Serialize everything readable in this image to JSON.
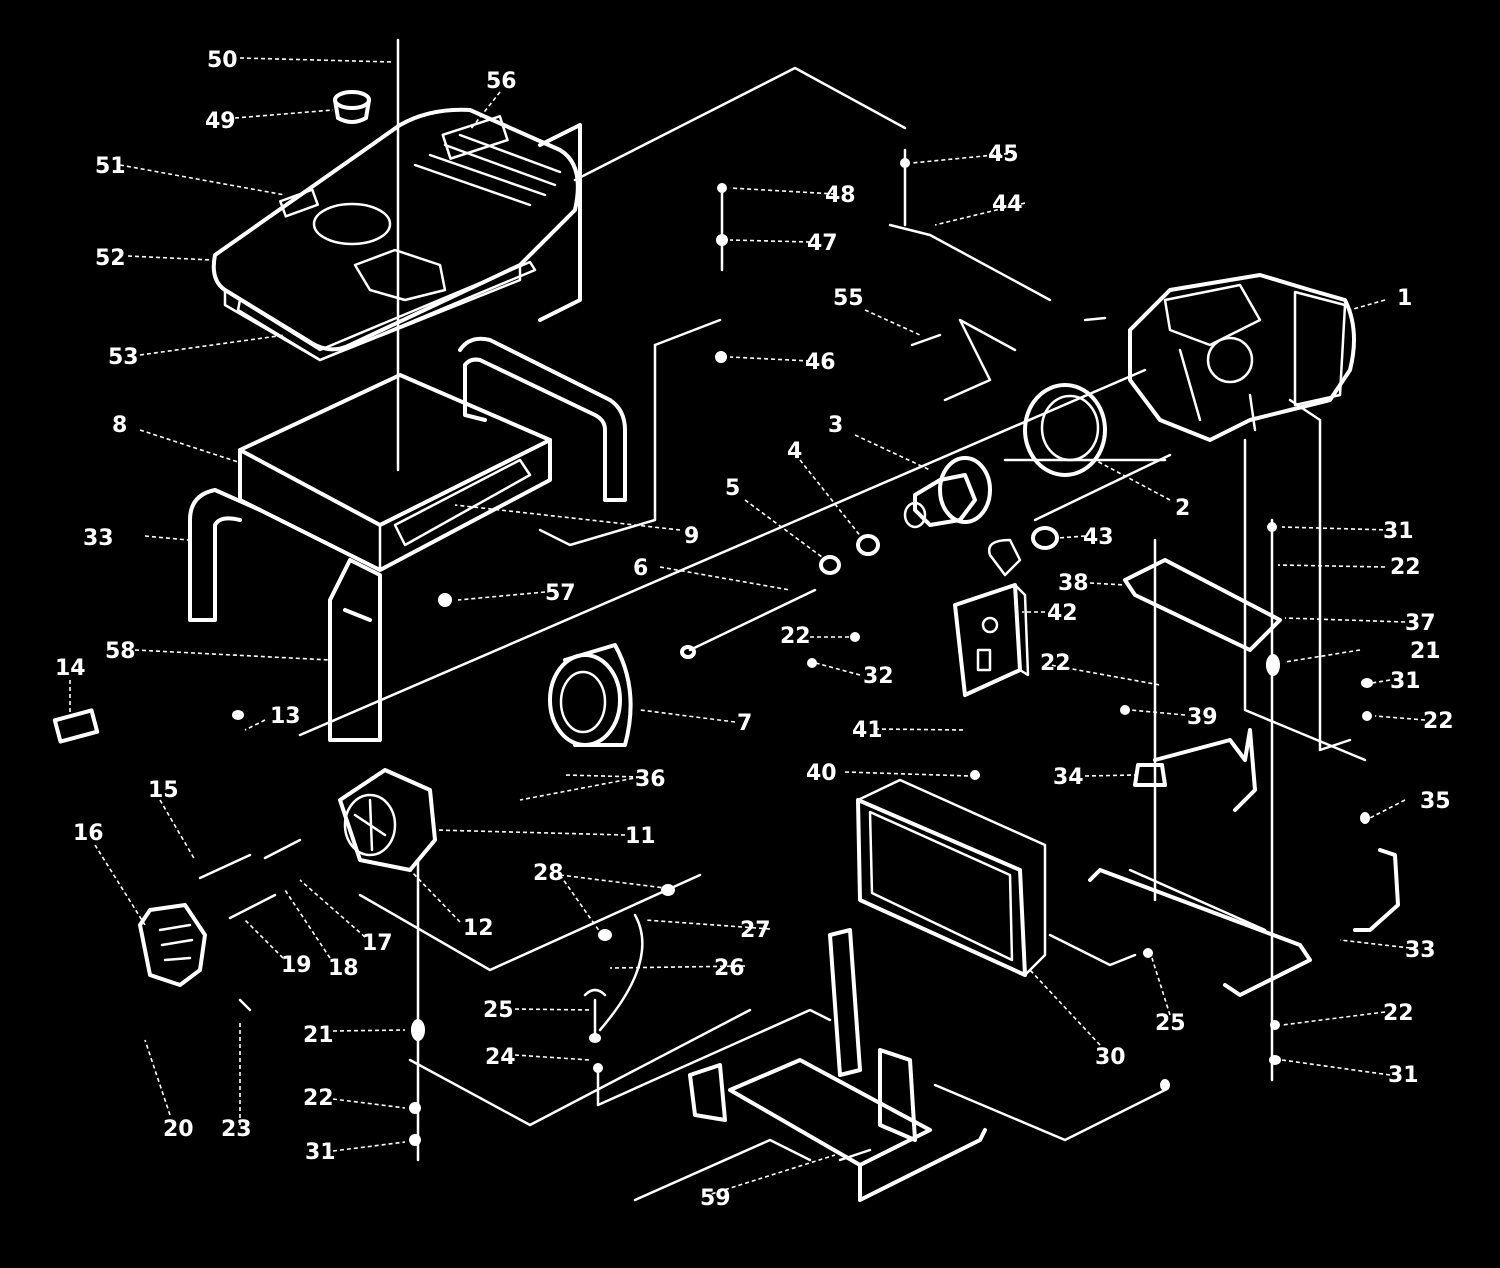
{
  "callouts": [
    {
      "id": "c1",
      "label": "1"
    },
    {
      "id": "c2",
      "label": "2"
    },
    {
      "id": "c3",
      "label": "3"
    },
    {
      "id": "c4",
      "label": "4"
    },
    {
      "id": "c5",
      "label": "5"
    },
    {
      "id": "c6",
      "label": "6"
    },
    {
      "id": "c7",
      "label": "7"
    },
    {
      "id": "c8",
      "label": "8"
    },
    {
      "id": "c9",
      "label": "9"
    },
    {
      "id": "c11",
      "label": "11"
    },
    {
      "id": "c12",
      "label": "12"
    },
    {
      "id": "c13",
      "label": "13"
    },
    {
      "id": "c14",
      "label": "14"
    },
    {
      "id": "c15",
      "label": "15"
    },
    {
      "id": "c16",
      "label": "16"
    },
    {
      "id": "c17",
      "label": "17"
    },
    {
      "id": "c18",
      "label": "18"
    },
    {
      "id": "c19",
      "label": "19"
    },
    {
      "id": "c20",
      "label": "20"
    },
    {
      "id": "c21a",
      "label": "21"
    },
    {
      "id": "c21b",
      "label": "21"
    },
    {
      "id": "c22a",
      "label": "22"
    },
    {
      "id": "c22b",
      "label": "22"
    },
    {
      "id": "c22c",
      "label": "22"
    },
    {
      "id": "c22d",
      "label": "22"
    },
    {
      "id": "c22e",
      "label": "22"
    },
    {
      "id": "c22f",
      "label": "22"
    },
    {
      "id": "c23",
      "label": "23"
    },
    {
      "id": "c24",
      "label": "24"
    },
    {
      "id": "c25a",
      "label": "25"
    },
    {
      "id": "c25b",
      "label": "25"
    },
    {
      "id": "c26",
      "label": "26"
    },
    {
      "id": "c27",
      "label": "27"
    },
    {
      "id": "c28",
      "label": "28"
    },
    {
      "id": "c30",
      "label": "30"
    },
    {
      "id": "c31a",
      "label": "31"
    },
    {
      "id": "c31b",
      "label": "31"
    },
    {
      "id": "c31c",
      "label": "31"
    },
    {
      "id": "c31d",
      "label": "31"
    },
    {
      "id": "c32",
      "label": "32"
    },
    {
      "id": "c33a",
      "label": "33"
    },
    {
      "id": "c33b",
      "label": "33"
    },
    {
      "id": "c34",
      "label": "34"
    },
    {
      "id": "c35",
      "label": "35"
    },
    {
      "id": "c36",
      "label": "36"
    },
    {
      "id": "c37",
      "label": "37"
    },
    {
      "id": "c38",
      "label": "38"
    },
    {
      "id": "c39",
      "label": "39"
    },
    {
      "id": "c40",
      "label": "40"
    },
    {
      "id": "c41",
      "label": "41"
    },
    {
      "id": "c42",
      "label": "42"
    },
    {
      "id": "c43",
      "label": "43"
    },
    {
      "id": "c44",
      "label": "44"
    },
    {
      "id": "c45",
      "label": "45"
    },
    {
      "id": "c46",
      "label": "46"
    },
    {
      "id": "c47",
      "label": "47"
    },
    {
      "id": "c48",
      "label": "48"
    },
    {
      "id": "c49",
      "label": "49"
    },
    {
      "id": "c50",
      "label": "50"
    },
    {
      "id": "c51",
      "label": "51"
    },
    {
      "id": "c52",
      "label": "52"
    },
    {
      "id": "c53",
      "label": "53"
    },
    {
      "id": "c55",
      "label": "55"
    },
    {
      "id": "c56",
      "label": "56"
    },
    {
      "id": "c57",
      "label": "57"
    },
    {
      "id": "c58",
      "label": "58"
    },
    {
      "id": "c59",
      "label": "59"
    }
  ],
  "colors": {
    "background": "#000000",
    "ink": "#ffffff"
  }
}
